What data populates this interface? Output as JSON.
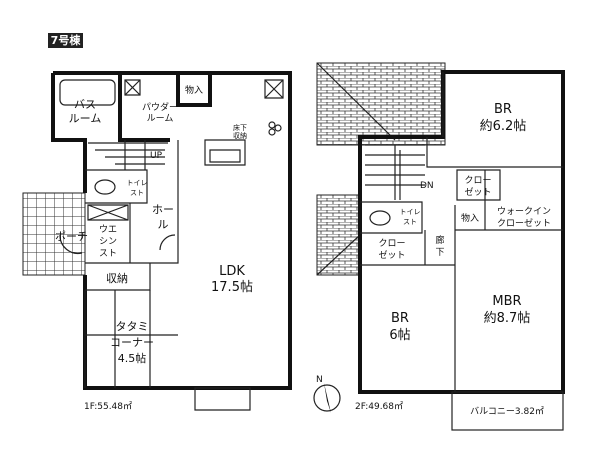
{
  "building_label": "7号棟",
  "floor1": {
    "area": "1F:55.48㎡",
    "rooms": {
      "bath": [
        "バス",
        "ルーム"
      ],
      "powder": [
        "パウダー",
        "ルーム"
      ],
      "storage_small": "物入",
      "underfloor": [
        "床下",
        "収納"
      ],
      "toilet": [
        "トイレ",
        "スト"
      ],
      "hall": [
        "ホー",
        "ル"
      ],
      "porch": "ポーチ",
      "shoe_closet": [
        "ウエ",
        "シン",
        "スト"
      ],
      "storage": "収納",
      "ldk": [
        "LDK",
        "17.5帖"
      ],
      "tatami": [
        "タタミ",
        "コーナー",
        "4.5帖"
      ],
      "up": "UP"
    }
  },
  "floor2": {
    "area": "2F:49.68㎡",
    "rooms": {
      "br1": [
        "BR",
        "約6.2帖"
      ],
      "closet1": [
        "クロー",
        "ゼット"
      ],
      "storage": "物入",
      "wic": [
        "ウォークイン",
        "クローゼット"
      ],
      "toilet": [
        "トイレ",
        "スト"
      ],
      "closet2": [
        "クロー",
        "ゼット"
      ],
      "corridor": [
        "廊",
        "下"
      ],
      "br2": [
        "BR",
        "6帖"
      ],
      "mbr": [
        "MBR",
        "約8.7帖"
      ],
      "balcony": "バルコニー3.82㎡",
      "down": "DN"
    },
    "compass": "N"
  }
}
